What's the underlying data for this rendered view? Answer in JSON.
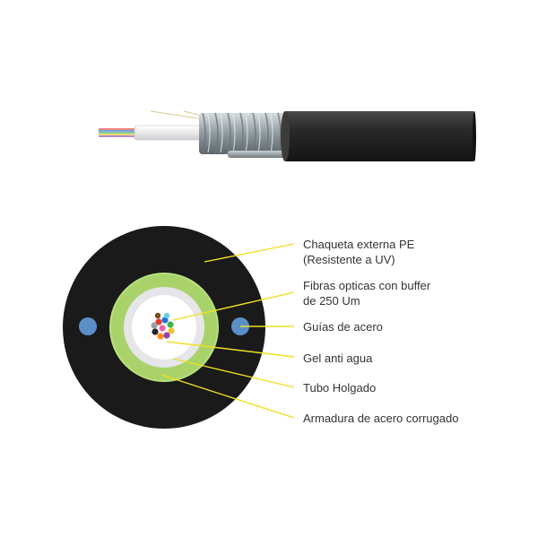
{
  "labels": {
    "outer_jacket": [
      "Chaqueta externa PE",
      "(Resistente a UV)"
    ],
    "fibers": [
      "Fibras opticas con buffer",
      "de 250 Um"
    ],
    "steel_guides": "Guías de acero",
    "gel": "Gel anti agua",
    "loose_tube": "Tubo Holgado",
    "armor": "Armadura de acero corrugado"
  },
  "colors": {
    "jacket": "#1a1a1a",
    "armor_ring": "#a9d36a",
    "tube": "#e6e6ea",
    "gel": "#ffffff",
    "steel_guide": "#5b8fc8",
    "leader_line": "#f0e020",
    "fiber_colors": [
      "#e23b2e",
      "#2a6fd6",
      "#3cb44b",
      "#f2c12e",
      "#8e44ad",
      "#ff8c1a",
      "#222222",
      "#9aa0a6",
      "#ec5fa8",
      "#6ad0e6",
      "#7a4a22",
      "#eaeaea"
    ]
  },
  "icons": {
    "cable_side_view": "fiber-optic-cable-side-icon",
    "cable_cross_section": "cable-cross-section-icon"
  }
}
